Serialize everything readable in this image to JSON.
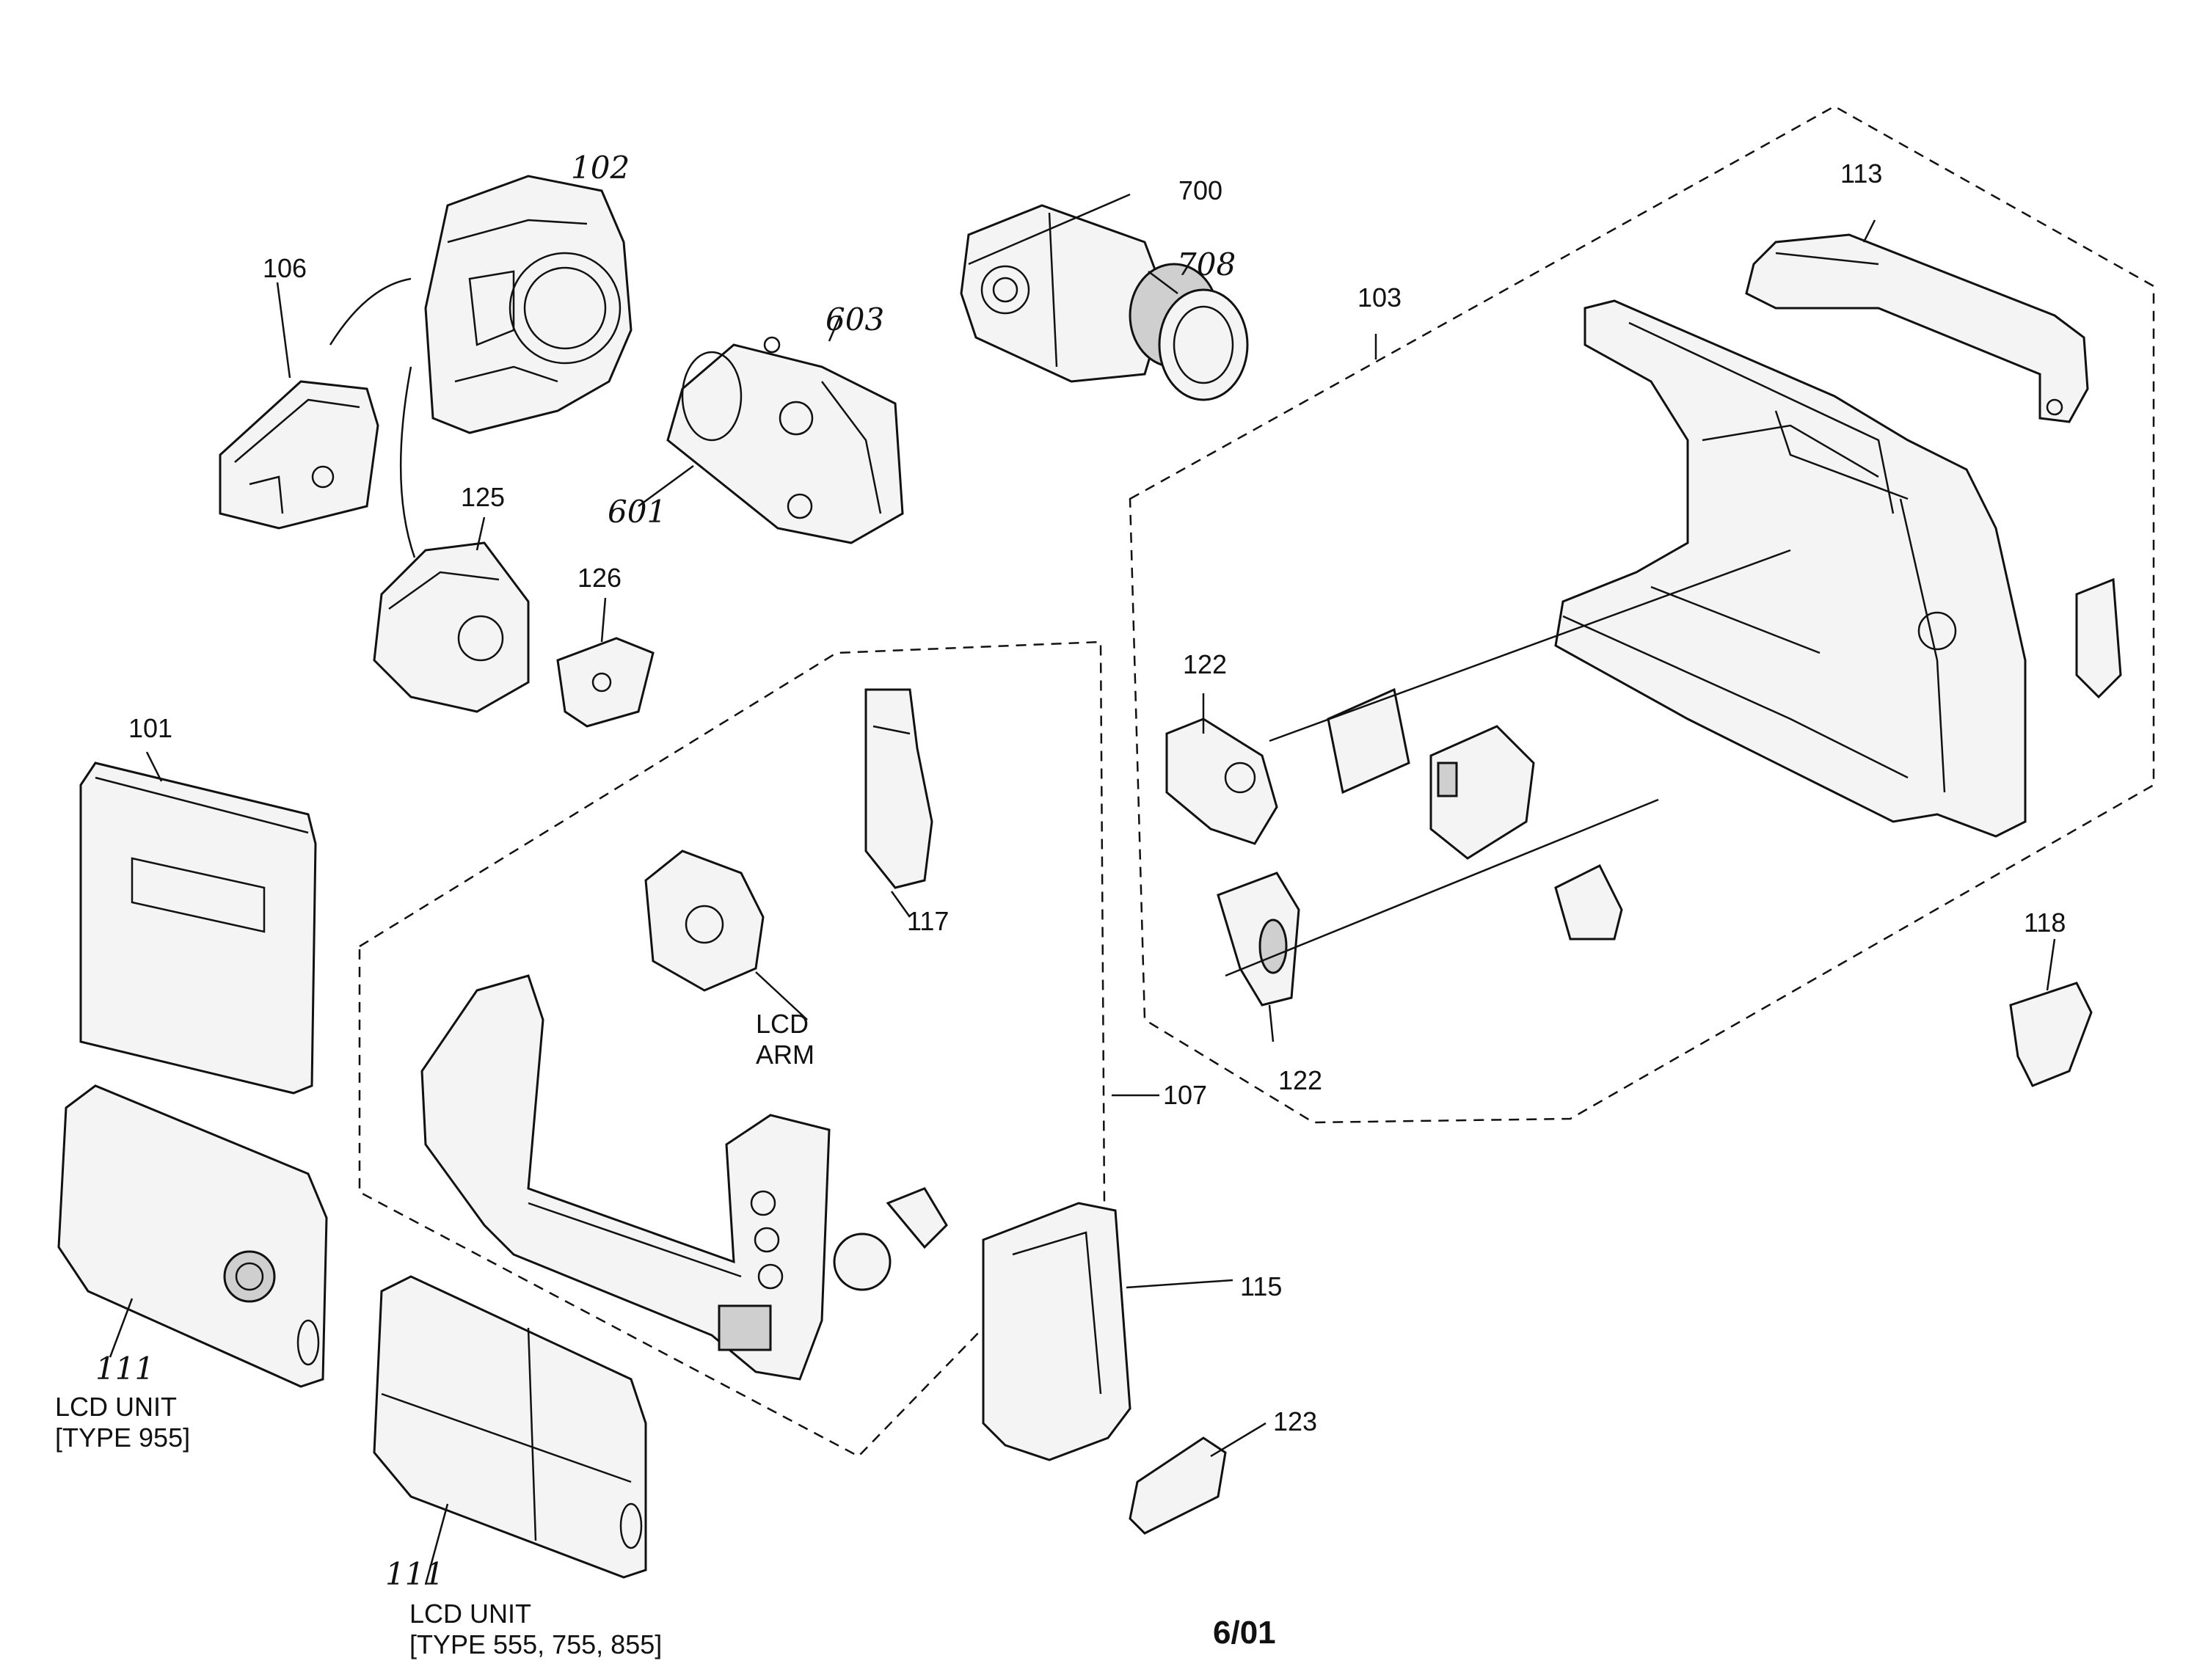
{
  "labels": {
    "p102": "102",
    "p106": "106",
    "p700": "700",
    "p708": "708",
    "p603": "603",
    "p601": "601",
    "p113": "113",
    "p103": "103",
    "p125": "125",
    "p126": "126",
    "p101": "101",
    "p117": "117",
    "p122a": "122",
    "p122b": "122",
    "lcd_arm_1": "LCD",
    "lcd_arm_2": "ARM",
    "p107": "107",
    "p118": "118",
    "p115": "115",
    "p123": "123",
    "p111a": "111",
    "p111b": "111",
    "lcd_unit_a_1": "LCD UNIT",
    "lcd_unit_a_2": "[TYPE 955]",
    "lcd_unit_b_1": "LCD UNIT",
    "lcd_unit_b_2": "[TYPE 555, 755, 855]"
  },
  "footer": {
    "date_code": "6/01"
  }
}
